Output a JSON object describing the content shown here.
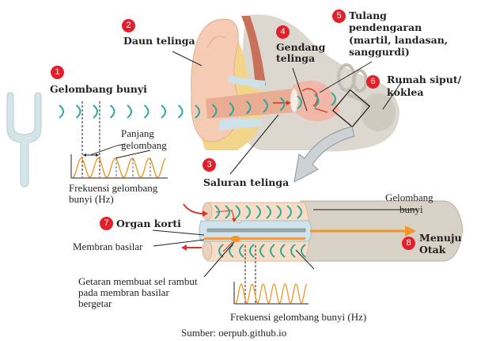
{
  "title": "Proses mendengar pada telinga manusia",
  "labels": {
    "l1": {
      "num": "1",
      "text": "Gelombang bunyi"
    },
    "l2": {
      "num": "2",
      "text": "Daun telinga"
    },
    "l3": {
      "num": "3",
      "text": "Saluran telinga"
    },
    "l4": {
      "num": "4",
      "line1": "Gendang",
      "line2": "telinga"
    },
    "l5": {
      "num": "5",
      "line1": "Tulang",
      "line2": "pendengaran",
      "line3": "(martil, landasan,",
      "line4": "sanggurdi)"
    },
    "l6": {
      "num": "6",
      "line1": "Rumah siput/",
      "line2": "koklea"
    },
    "l7": {
      "num": "7",
      "text": "Organ korti"
    },
    "l8": {
      "num": "8",
      "line1": "Menuju",
      "line2": "Otak"
    }
  },
  "annotations": {
    "wavelength_line1": "Panjang",
    "wavelength_line2": "gelombang",
    "freq_top_line1": "Frekuensi gelombang",
    "freq_top_line2": "bunyi (Hz)",
    "sound_wave_line1": "Gelombang",
    "sound_wave_line2": "bunyi",
    "basilar": "Membran basilar",
    "vibration_line1": "Getaran membuat sel rambut",
    "vibration_line2": "pada membran basilar",
    "vibration_line3": "bergetar",
    "freq_bottom": "Frekuensi gelombang bunyi (Hz)"
  },
  "source": "Sumber: oerpub.github.io",
  "colors": {
    "badge": "#e3202a",
    "wave": "#2aa89a",
    "skin": "#f4c9b0",
    "bone": "#d9d5cc",
    "fat": "#f3d27e",
    "orange": "#f0962a",
    "red_arrow": "#d8322a",
    "fork": "#c9dde3",
    "canal": "#e7a98e"
  }
}
